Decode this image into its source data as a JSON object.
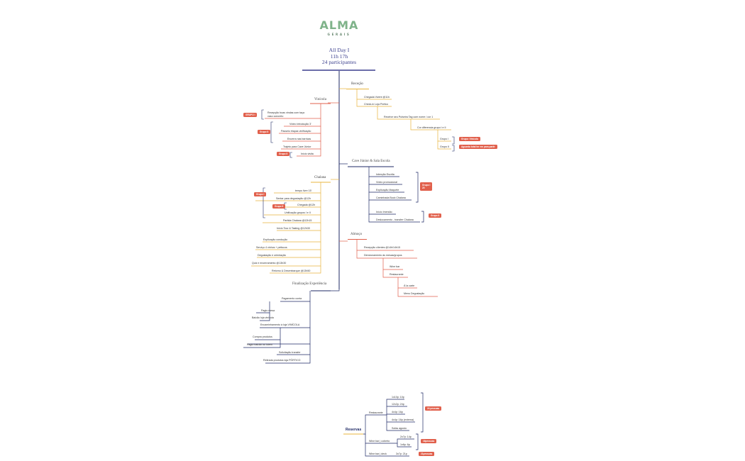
{
  "logo": {
    "name": "ALMA",
    "sub": "GERAIS"
  },
  "title": {
    "line1": "All Day I",
    "line2": "11h 17h",
    "line3": "24 participantes"
  },
  "sections": {
    "rececao": "Receção",
    "vinicola": "Vinícola",
    "caves": "Cave Júnior & Sala Escola",
    "chalana": "Chalana",
    "almoco": "Almoço",
    "finalizacao": "Finalização Experiência"
  },
  "rececao_items": {
    "a": "Chegada Vivent @11h",
    "b": "Check-in Loja Pórtico",
    "c": "Receive seu Pulseira Tag com nome / cor 1",
    "d": "Cor diferencia grupo I e II",
    "e": "Grupo I",
    "f": "Grupo II",
    "badge_e": "Grupo: Vinícola",
    "badge_f": "Aguarda total ter em para partir"
  },
  "vinicola_items": {
    "a": "Recepção boas vindas com taça\nvaso concreto",
    "b": "Vídeo introdução 3'",
    "c": "Passeio étapas vinificação",
    "d": "Encerra nas barricas",
    "e": "Trajeto para Cave Júnior",
    "f": "Início visita",
    "badge_a": "GRUPO I",
    "badge_b": "Grupo II",
    "badge_f": "Grupo II"
  },
  "caves_items": {
    "a": "Intenção Escrita",
    "b": "Vídeo promocional",
    "c": "Explicação Maquete",
    "d": "Caminhada Bock Chalana",
    "e": "Início Imersão",
    "f": "Deslocamento - transfer Chalana",
    "badge_a": "Grupo I\n20",
    "badge_e": "Grupo II"
  },
  "chalana_items": {
    "a": "tempo livre 15'",
    "b": "Sentar para degustação @12h",
    "c": "Chegada @12h",
    "d": "Unificação grupos I e II",
    "e": "Partida Chalana @12h15",
    "f": "Início Tour & Tasting @12h30",
    "g": "Explicação condução",
    "h": "Serviço 4 vinhos + petiscos",
    "i": "Degustação e orientação",
    "j": "Quiz e encerramento @13h30",
    "k": "Retorno & Desembarque @13h50",
    "badge_a": "Grupo I",
    "badge_c": "Grupo II"
  },
  "almoco_items": {
    "a": "Recepção clientes @14h/14h15",
    "b": "Direcionamento às mesas/grupos",
    "c": "Wine bar",
    "d": "Restaurante",
    "e": "À la carte",
    "f": "Menu Degustação"
  },
  "final_items": {
    "a": "Pagamento conta",
    "b": "Pagto mesa",
    "c": "Balcão loja vinícola",
    "d": "Encaminhamento à loja VINÍCOLA",
    "e": "Compra produtos",
    "f": "Pagto balcão ou totem",
    "g": "Solicitação transfer",
    "h": "Retirada produtos loja PÓRTICO"
  },
  "reservas": {
    "root": "Reservas",
    "restaurante": "Restaurante",
    "r1": "1x10p: 10p",
    "r2": "12x2p: 24p",
    "r3": "4x4p: 16p",
    "r4": "4x4p: 16p (externa)",
    "r5": "Sofas agosto",
    "badge_r": "24 pessoas",
    "winebar_coberto": "Wine bar | coberto",
    "w1": "2x7p: 14p",
    "w2": "1x6p: 6p",
    "badge_w": "16pessoas",
    "winebar_deck": "Wine bar | deck",
    "d1": "3x7p: 21p",
    "badge_d": "21pessoas"
  },
  "colors": {
    "navy": "#1f2a66",
    "orange": "#e8b43c",
    "red": "#e1604c",
    "green": "#7fb38a"
  }
}
